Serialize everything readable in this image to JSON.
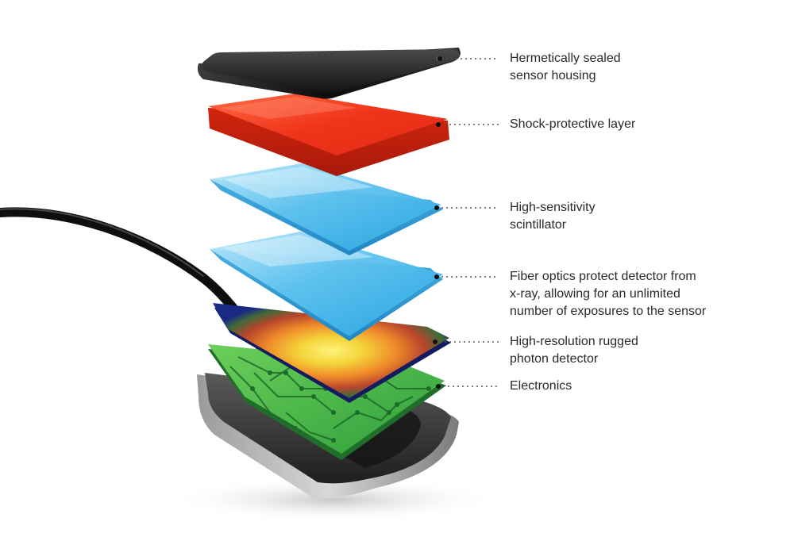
{
  "diagram": {
    "layers": [
      {
        "id": "housing",
        "lines": [
          "Hermetically sealed",
          "sensor housing"
        ]
      },
      {
        "id": "shock",
        "lines": [
          "Shock-protective layer"
        ]
      },
      {
        "id": "scintillator",
        "lines": [
          "High-sensitivity",
          "scintillator"
        ]
      },
      {
        "id": "fiber",
        "lines": [
          "Fiber optics protect detector from",
          "x-ray, allowing for an unlimited",
          "number of exposures to the sensor"
        ]
      },
      {
        "id": "detector",
        "lines": [
          "High-resolution rugged",
          "photon detector"
        ]
      },
      {
        "id": "electronics",
        "lines": [
          "Electronics"
        ]
      }
    ],
    "colors": {
      "housing": "#1e1e1e",
      "shock": "#e8321a",
      "glass": "#62c2ee",
      "detector_edge": "#1b2a7a",
      "detector_glow": "#f5e03a",
      "pcb": "#4caf50",
      "tray": "#3a3a3a",
      "cable": "#111111",
      "leader": "#555555",
      "text": "#2a2a2a"
    }
  }
}
